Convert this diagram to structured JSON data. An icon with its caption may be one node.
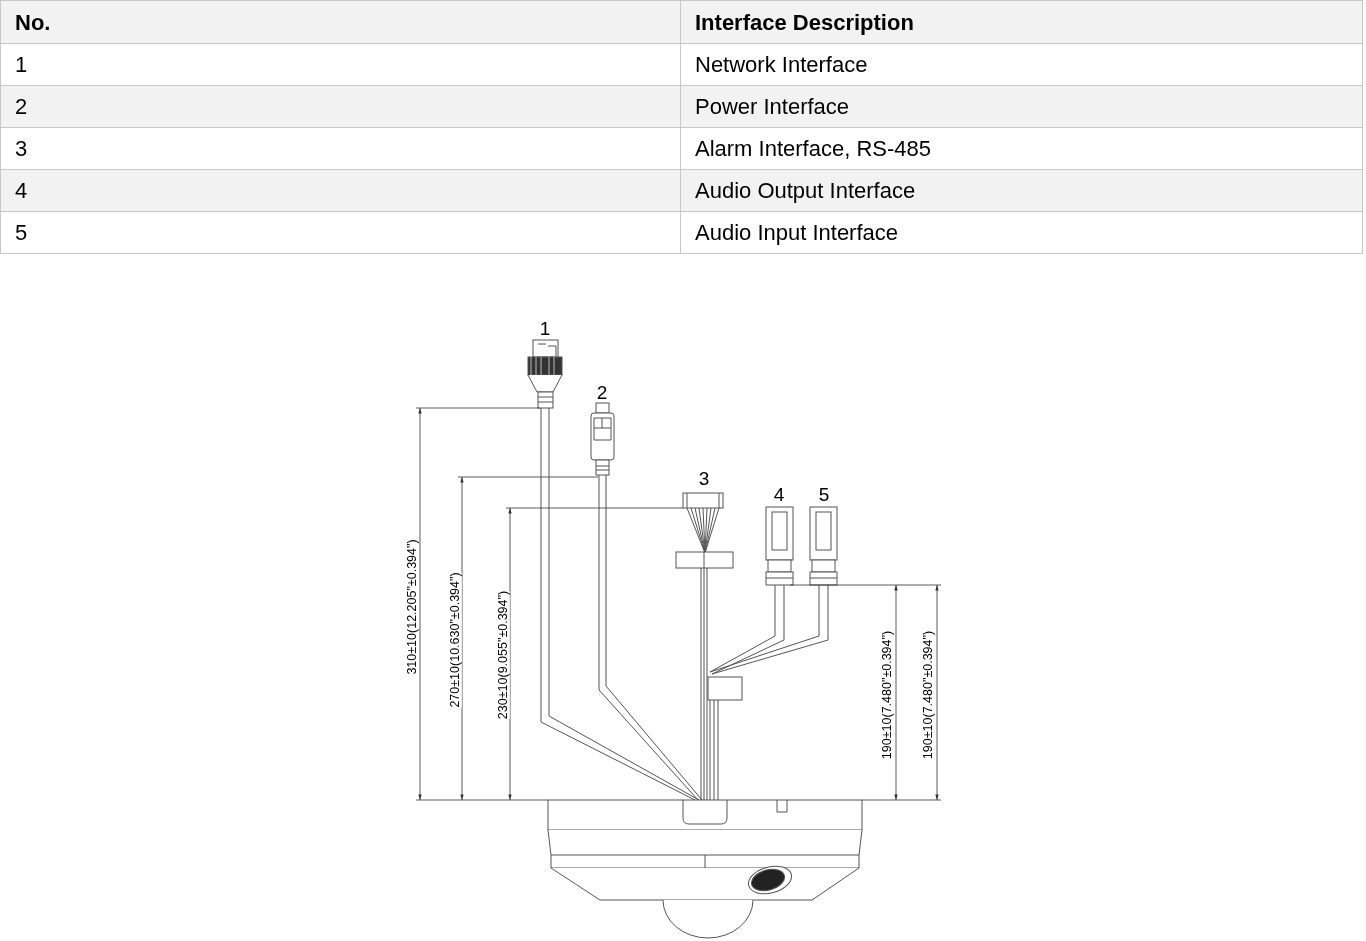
{
  "diagram": {
    "labels": [
      "No.",
      "Interface Description",
      "1",
      "Network Interface",
      "2",
      "Power Interface",
      "3",
      "Alarm Interface, RS-485",
      "4",
      "Audio Output Interface",
      "5",
      "Audio Input Interface",
      "1",
      "2",
      "3",
      "4",
      "5",
      "310±10(12.205\"±0.394\")",
      "270±10(10.630\"±0.394\")",
      "230±10(9.055\"±0.394\")",
      "190±10(7.480\"±0.394\")",
      "190±10(7.480\"±0.394\")"
    ]
  }
}
